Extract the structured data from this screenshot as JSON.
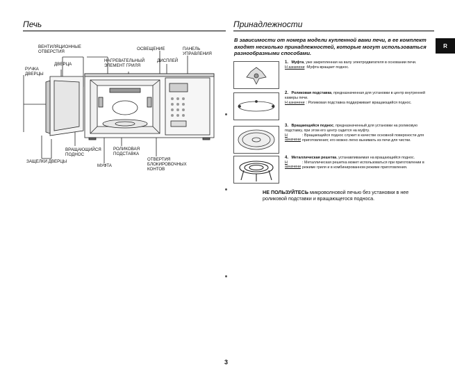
{
  "left": {
    "title": "Печь",
    "labels": {
      "vents": "ВЕНТИЛЯЦИОННЫЕ\nОТВЕРСТИЯ",
      "lighting": "ОСВЕЩЕНИЕ",
      "panel": "ПАНЕЛЬ\nУПРАВЛЕНИЯ",
      "handle": "РУЧКА\nДВЕРЦЫ",
      "door": "ДВЕРЦА",
      "heater": "НАГРЕВАТЕЛЬНЫЙ\nЭЛЕМЕНТ ГРИЛЯ",
      "display": "ДИСПЛЕЙ",
      "turntable": "ВРАЩАЮЩИЙСЯ\nПОДНОС",
      "roller": "РОЛИКОВАЯ\nПОДСТАВКА",
      "interlock": "ОТВЕРТИЯ\nБЛОКИРОВОЧНЫХ\nКОНТОВ",
      "latches": "ЗАЩЕЛКИ ДВЕРЦЫ",
      "coupler": "МУФТА"
    }
  },
  "right": {
    "title": "Принадлежности",
    "intro": "В зависимости от номера модели купленной вами печи, в ее комплект входят несколько принадлежностей, которые могут использоваться разнообразными способами.",
    "items": [
      {
        "num": "1.",
        "name": "Муфта",
        "desc": ", уже закрепленная на валу электродвигателя в основании печи.",
        "note_key": "Н азначени",
        "note": ":Муфта вращает поднос."
      },
      {
        "num": "2.",
        "name": "Роликовая подставка",
        "desc": ", предназначенная для установки в центр внутренней камеры печи.",
        "note_key": "Н азначени",
        "note": ": Роликовая подставка поддерживает вращающийся поднос."
      },
      {
        "num": "3.",
        "name": "Вращающийся поднос",
        "desc": ", предназначенный для установки на роликовую подставку, при этом его центр садится на муфту.",
        "note_key": "Н азначени",
        "note": ": Вращающийся поднос служит в качестве основной поверхности для приготовления; его можно легко вынимать из печи для чистки."
      },
      {
        "num": "4.",
        "name": "Металлическая решетка",
        "desc": ", устанавливаемая на вращающийся поднос.",
        "note_key": "Н азначени",
        "note": ": Металлическая решетка может использоваться при приготовлении в режиме гриля и в комбинированном режиме приготовления."
      }
    ],
    "warning_bold": "НЕ ПОЛЬЗУЙТЕСЬ",
    "warning_text": " микроволновой печью без установки в нее роликовой подставки и вращающегося подноса."
  },
  "side_tab": "R",
  "page_number": "3"
}
